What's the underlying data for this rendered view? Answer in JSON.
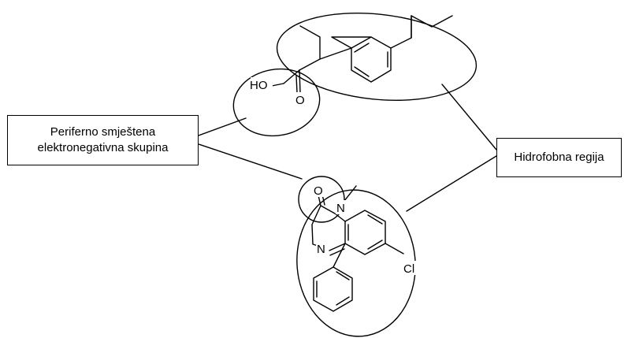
{
  "labels": {
    "peripheral_line1": "Periferno smještena",
    "peripheral_line2": "elektronegativna skupina",
    "hydrophobic": "Hidrofobna regija"
  },
  "atoms": {
    "hydroxyl": "HO",
    "carbonyl_o_top": "O",
    "carbonyl_o_bottom": "O",
    "nitrogen_methyl": "N",
    "nitrogen_imine": "N",
    "chlorine": "Cl"
  }
}
